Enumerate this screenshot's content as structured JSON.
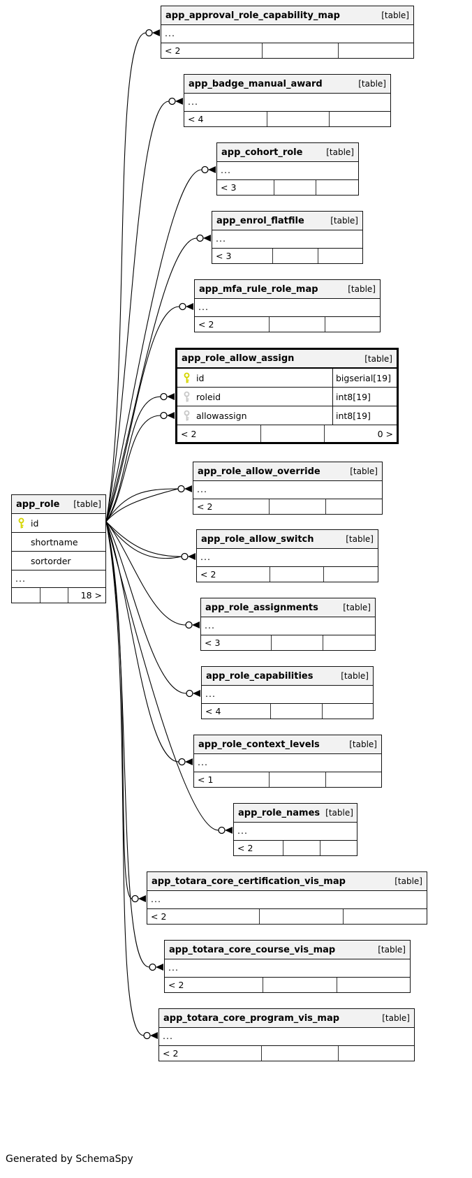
{
  "diagram": {
    "type_tag": "[table]",
    "ellipsis": "...",
    "generated_note": "Generated by SchemaSpy"
  },
  "focus_table": {
    "name": "app_role_allow_assign",
    "columns": [
      {
        "name": "id",
        "type": "bigserial[19]",
        "key": "primary"
      },
      {
        "name": "roleid",
        "type": "int8[19]",
        "key": "foreign"
      },
      {
        "name": "allowassign",
        "type": "int8[19]",
        "key": "foreign"
      }
    ],
    "footer_left": "< 2",
    "footer_right": "0 >"
  },
  "main_table": {
    "name": "app_role",
    "columns": [
      "id",
      "shortname",
      "sortorder",
      "..."
    ],
    "footer_right": "18 >"
  },
  "related_tables": [
    {
      "name": "app_approval_role_capability_map",
      "footer_left": "< 2"
    },
    {
      "name": "app_badge_manual_award",
      "footer_left": "< 4"
    },
    {
      "name": "app_cohort_role",
      "footer_left": "< 3"
    },
    {
      "name": "app_enrol_flatfile",
      "footer_left": "< 3"
    },
    {
      "name": "app_mfa_rule_role_map",
      "footer_left": "< 2"
    },
    {
      "name": "app_role_allow_override",
      "footer_left": "< 2"
    },
    {
      "name": "app_role_allow_switch",
      "footer_left": "< 2"
    },
    {
      "name": "app_role_assignments",
      "footer_left": "< 3"
    },
    {
      "name": "app_role_capabilities",
      "footer_left": "< 4"
    },
    {
      "name": "app_role_context_levels",
      "footer_left": "< 1"
    },
    {
      "name": "app_role_names",
      "footer_left": "< 2"
    },
    {
      "name": "app_totara_core_certification_vis_map",
      "footer_left": "< 2"
    },
    {
      "name": "app_totara_core_course_vis_map",
      "footer_left": "< 2"
    },
    {
      "name": "app_totara_core_program_vis_map",
      "footer_left": "< 2"
    }
  ],
  "colors": {
    "primary_key": "#d6d600",
    "foreign_key": "#c9c9c9",
    "header_bg": "#f2f2f2",
    "border": "#111111"
  }
}
